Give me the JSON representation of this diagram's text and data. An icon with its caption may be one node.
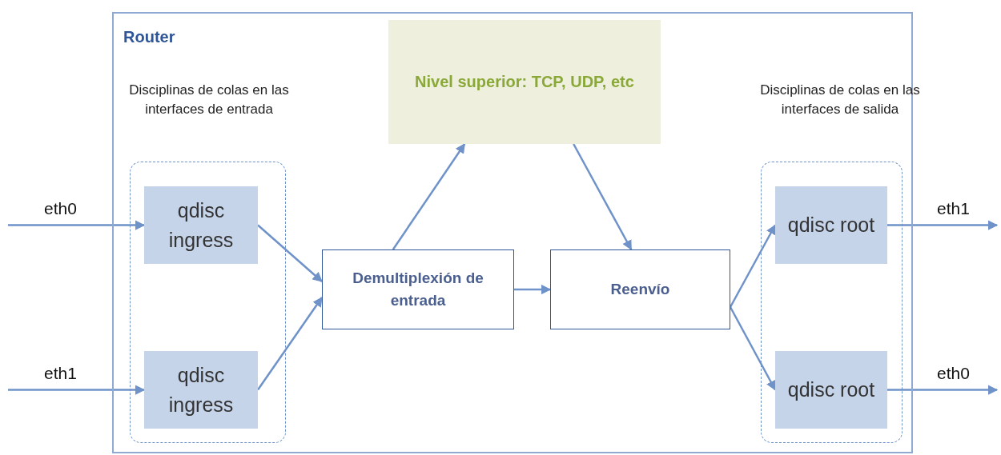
{
  "diagram": {
    "nodes": [
      {
        "text": [
          "Router"
        ]
      },
      {
        "text": [
          "Disciplinas de colas en las interfaces de entrada"
        ],
        "in": 0
      },
      {
        "text": [
          "qdisc ingress"
        ],
        "in": 1
      },
      {
        "text": [
          "qdisc ingress"
        ],
        "in": 1
      },
      {
        "text": [
          "Nivel superior: TCP, UDP, etc"
        ],
        "in": 0
      },
      {
        "text": [
          "Demultiplexión de entrada"
        ],
        "in": 0
      },
      {
        "text": [
          "Reenvío"
        ],
        "in": 0
      },
      {
        "text": [
          "Disciplinas de colas en las interfaces de salida"
        ],
        "in": 0
      },
      {
        "text": [
          "qdisc root"
        ],
        "in": 7
      },
      {
        "text": [
          "qdisc root"
        ],
        "in": 7
      }
    ],
    "edges": [
      {
        "from": null,
        "to": 2,
        "arrow": "to",
        "label": "eth0"
      },
      {
        "from": null,
        "to": 3,
        "arrow": "to",
        "label": "eth1"
      },
      {
        "from": 2,
        "to": 5,
        "arrow": "to"
      },
      {
        "from": 3,
        "to": 5,
        "arrow": "to"
      },
      {
        "from": 5,
        "to": 4,
        "arrow": "to"
      },
      {
        "from": 4,
        "to": 6,
        "arrow": "to"
      },
      {
        "from": 5,
        "to": 6,
        "arrow": "to"
      },
      {
        "from": 6,
        "to": 8,
        "arrow": "to"
      },
      {
        "from": 6,
        "to": 9,
        "arrow": "to"
      },
      {
        "from": 8,
        "to": null,
        "arrow": "to",
        "label": "eth1"
      },
      {
        "from": 9,
        "to": null,
        "arrow": "to",
        "label": "eth0"
      }
    ]
  }
}
